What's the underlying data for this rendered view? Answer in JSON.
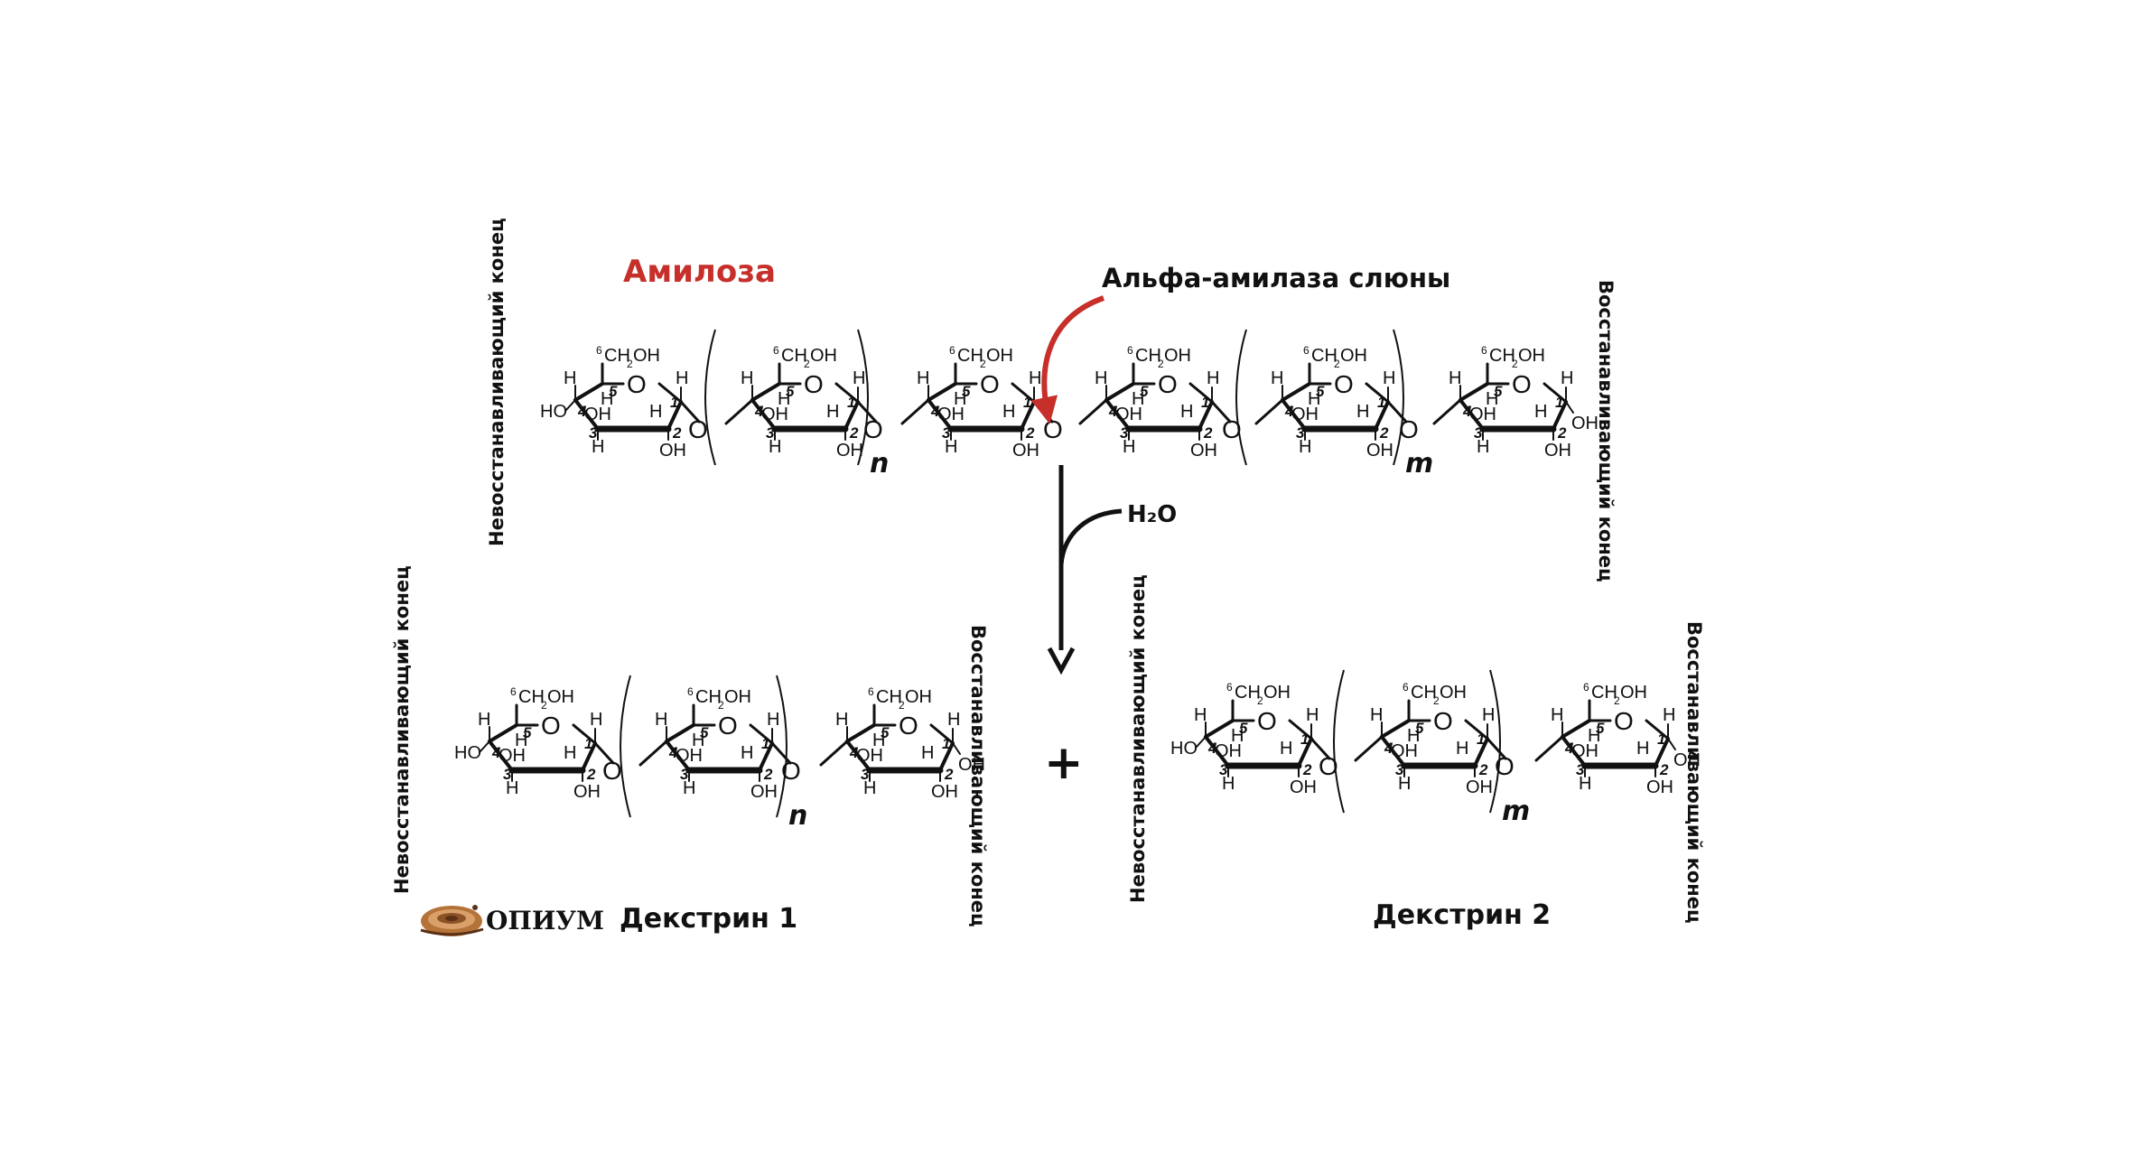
{
  "title": "Амилоза",
  "enzyme_label": "Альфа-амилаза слюны",
  "water_label": "H₂O",
  "plus_sign": "+",
  "products": [
    "Декстрин 1",
    "Декстрин 2"
  ],
  "end_labels": {
    "non_reducing": "Невосстанавливающий конец",
    "reducing": "Восстанавливающий конец"
  },
  "repeat_indices": {
    "n": "n",
    "m": "m"
  },
  "logo_text": "ОПИУМ",
  "atoms": {
    "ring_O": "O",
    "bridge_O": "O",
    "H": "H",
    "OH": "OH",
    "HO": "HO",
    "CH2OH_prefix": "CH",
    "CH2OH_sub": "2",
    "CH2OH_suffix": "OH",
    "c6": "6",
    "c5": "5",
    "c4": "4",
    "c3": "3",
    "c2": "2",
    "c1": "1"
  },
  "colors": {
    "title": "#c62f2a",
    "arrow": "#c62f2a",
    "ink": "#111111"
  }
}
